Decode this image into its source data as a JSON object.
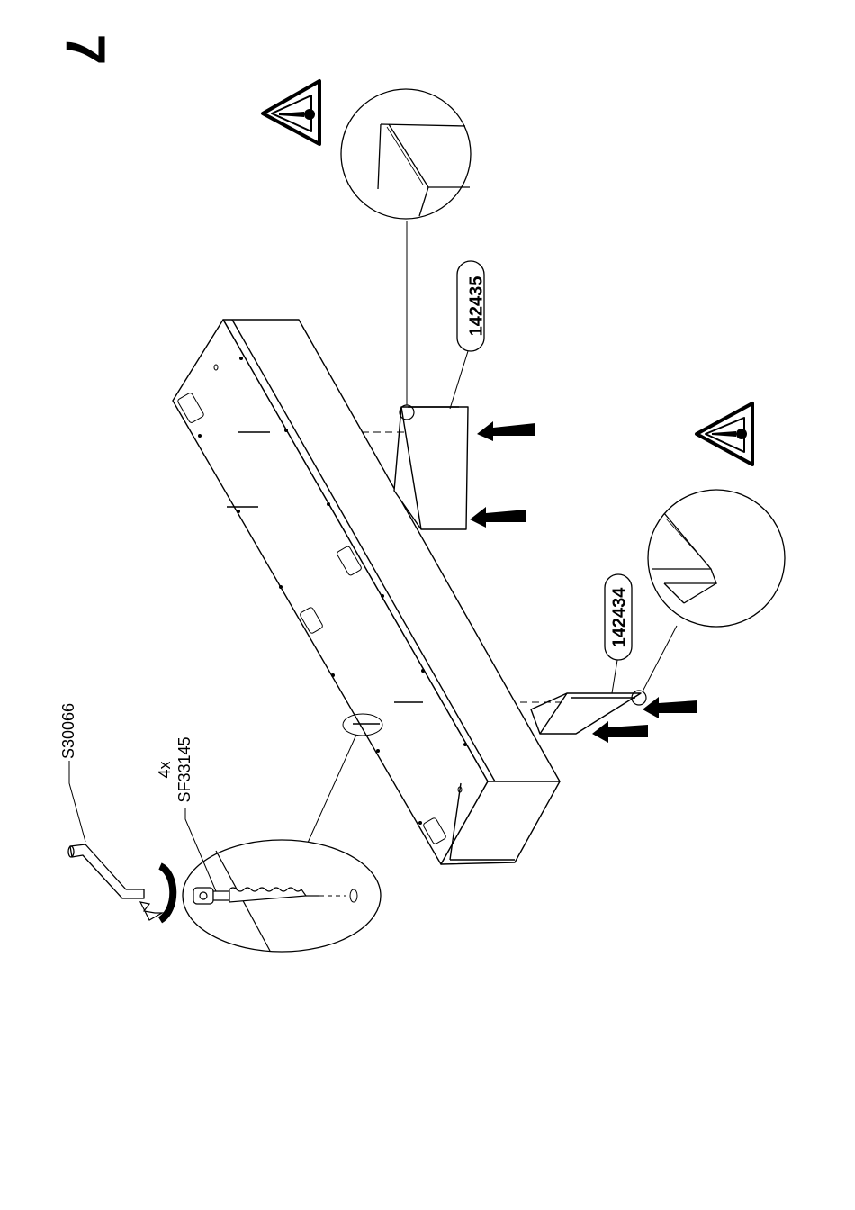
{
  "step": {
    "number": "7"
  },
  "parts": {
    "top_panel": {
      "code": "142435"
    },
    "bottom_panel": {
      "code": "142434"
    },
    "screw": {
      "quantity": "4x",
      "code": "SF33145"
    },
    "tool": {
      "code": "S30066"
    }
  },
  "colors": {
    "ink": "#000000",
    "paper": "#ffffff"
  }
}
